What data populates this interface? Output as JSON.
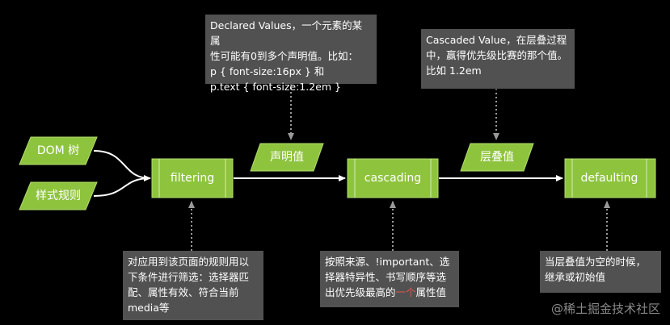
{
  "inputs": [
    {
      "label": "DOM 树"
    },
    {
      "label": "样式规则"
    }
  ],
  "processes": [
    {
      "label": "filtering"
    },
    {
      "label": "cascading"
    },
    {
      "label": "defaulting"
    }
  ],
  "values": [
    {
      "label": "声明值"
    },
    {
      "label": "层叠值"
    }
  ],
  "notes": {
    "declared": "Declared Values，一个元素的某属\n性可能有0到多个声明值。比如：\np { font-size:16px } 和\np.text { font-size:1.2em }",
    "cascaded": "Cascaded Value，在层叠过程\n中，赢得优先级比赛的那个值。\n比如 1.2em",
    "filtering": "对应用到该页面的规则用以\n下条件进行筛选：选择器匹\n配、属性有效、符合当前\nmedia等",
    "cascading_before": "按照来源、!important、选\n择器特异性、书写顺序等选\n出优先级最高的",
    "cascading_highlight": "一个",
    "cascading_after": "属性值",
    "defaulting": "当层叠值为空的时候，\n继承或初始值"
  },
  "watermark": "@稀土掘金技术社区",
  "colors": {
    "background": "#000000",
    "green": "#8ec43d",
    "green_border": "#b2dc6e",
    "note_bg": "#515151",
    "arrow": "#ffffff",
    "dotted": "#9a9a9a",
    "highlight": "#e0564c"
  }
}
